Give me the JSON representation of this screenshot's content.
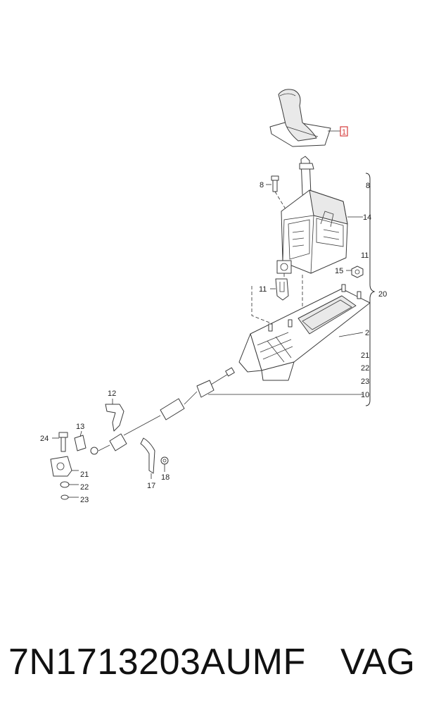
{
  "diagram": {
    "callouts": {
      "c1": "1",
      "c2": "2",
      "c8_left": "8",
      "c8_right": "8",
      "c10": "10",
      "c11_left": "11",
      "c11_right": "11",
      "c12": "12",
      "c13": "13",
      "c14": "14",
      "c15": "15",
      "c17": "17",
      "c18": "18",
      "c20": "20",
      "c21_left": "21",
      "c21_right": "21",
      "c22_left": "22",
      "c22_right": "22",
      "c23_left": "23",
      "c23_right": "23",
      "c24": "24"
    },
    "highlight_color": "#d63b3b"
  },
  "footer": {
    "part_number": "7N1713203AUMF",
    "brand": "VAG"
  }
}
